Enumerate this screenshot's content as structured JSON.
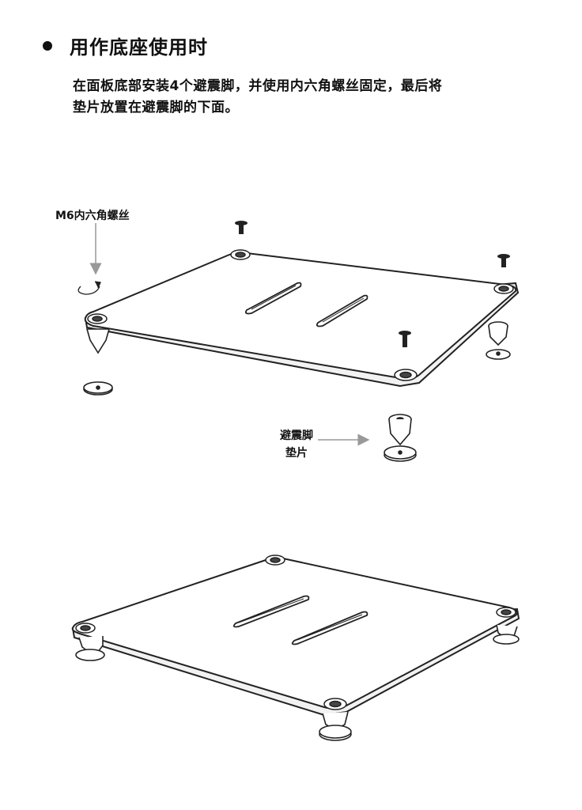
{
  "heading": {
    "text": "用作底座使用时"
  },
  "instruction": {
    "line1": "在面板底部安装4个避震脚，并使用内六角螺丝固定，最后将",
    "line2": "垫片放置在避震脚的下面。"
  },
  "labels": {
    "screw": "M6内六角螺丝",
    "foot": "避震脚",
    "pad": "垫片"
  }
}
